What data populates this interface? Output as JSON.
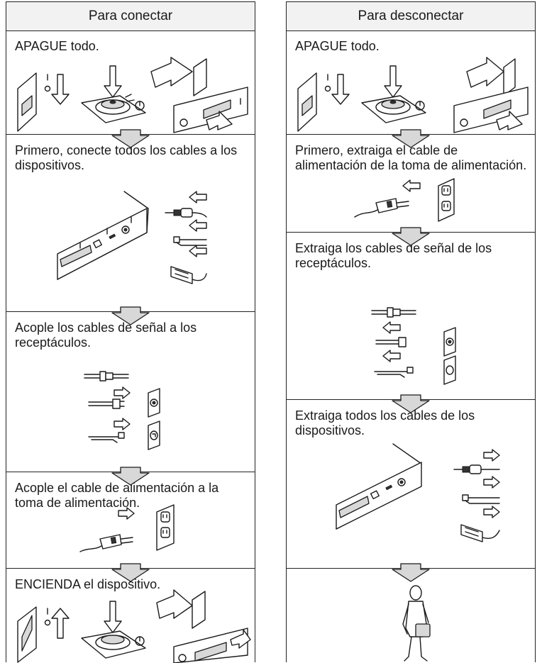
{
  "left": {
    "header": "Para conectar",
    "steps": [
      "APAGUE todo.",
      "Primero, conecte todos los cables a los dispositivos.",
      "Acople los cables de señal a los receptáculos.",
      "Acople el cable de alimentación a la toma de alimentación.",
      "ENCIENDA el dispositivo."
    ]
  },
  "right": {
    "header": "Para desconectar",
    "steps": [
      "APAGUE todo.",
      "Primero, extraiga el cable de alimentación de la toma de alimentación.",
      "Extraiga los cables de señal de los receptáculos.",
      "Extraiga todos los cables de los dispositivos.",
      ""
    ]
  }
}
